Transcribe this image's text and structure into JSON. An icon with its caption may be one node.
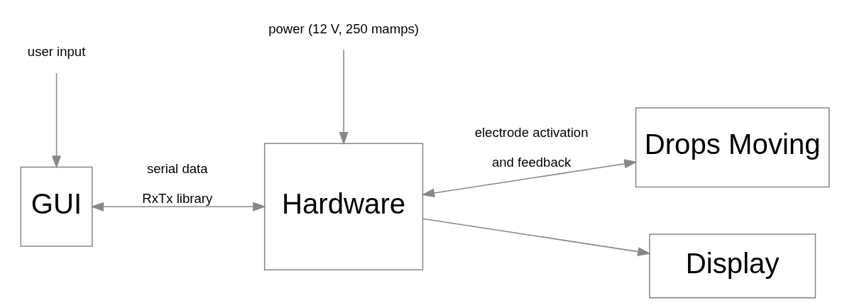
{
  "diagram": {
    "nodes": [
      {
        "text": [
          "user input"
        ]
      },
      {
        "text": [
          "GUI"
        ]
      },
      {
        "text": [
          "Hardware"
        ]
      },
      {
        "text": [
          "Drops Moving"
        ]
      },
      {
        "text": [
          "Display"
        ]
      },
      {
        "text": [
          "power (12 V, 250 mamps)"
        ]
      }
    ],
    "edges": [
      {
        "from": 0,
        "to": 1,
        "arrow": "to"
      },
      {
        "from": 1,
        "to": 2,
        "arrow": "both",
        "label": [
          "serial data",
          "RxTx library"
        ]
      },
      {
        "from": 2,
        "to": 3,
        "arrow": "both",
        "label": [
          "electrode activation",
          "and feedback"
        ]
      },
      {
        "from": 2,
        "to": 4,
        "arrow": "to"
      },
      {
        "from": 5,
        "to": 2,
        "arrow": "to"
      }
    ]
  }
}
